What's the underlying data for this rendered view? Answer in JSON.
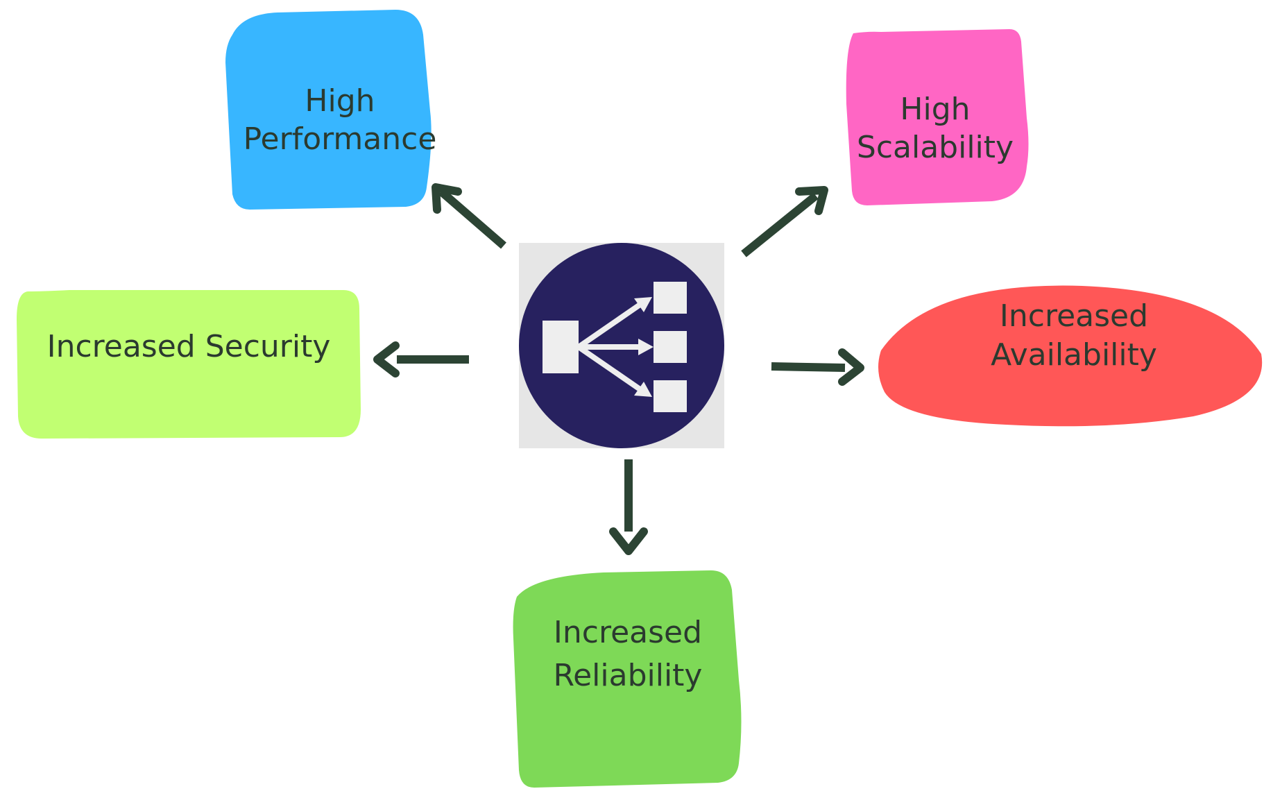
{
  "colors": {
    "performance": "#38b6ff",
    "scalability": "#ff66c4",
    "security": "#c1ff72",
    "availability": "#ff5757",
    "reliability": "#7ed957",
    "center_bg": "#e6e6e6",
    "center_circle": "#27215f",
    "center_glyph": "#eeeeee",
    "arrow": "#2c4434",
    "text": "#2b3a2f"
  },
  "center": {
    "icon": "load-balancer-icon"
  },
  "nodes": {
    "performance": {
      "line1": "High",
      "line2": "Performance"
    },
    "scalability": {
      "line1": "High",
      "line2": "Scalability"
    },
    "security": {
      "line1": "Increased Security"
    },
    "availability": {
      "line1": "Increased",
      "line2": "Availability"
    },
    "reliability": {
      "line1": "Increased",
      "line2": "Reliability"
    }
  }
}
